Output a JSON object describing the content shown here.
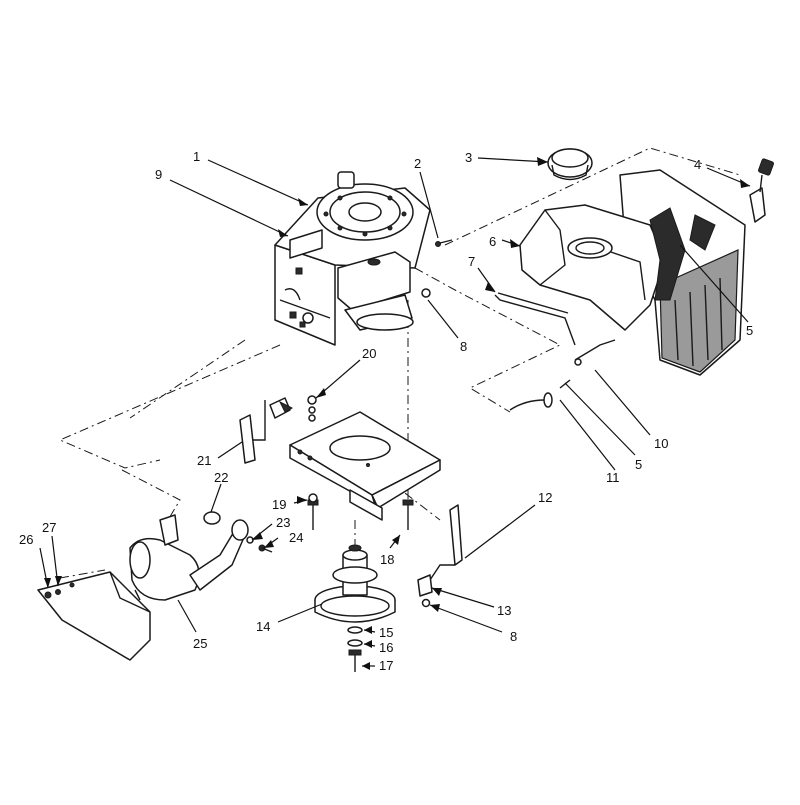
{
  "callouts": [
    {
      "id": "c1",
      "label": "1"
    },
    {
      "id": "c2",
      "label": "2"
    },
    {
      "id": "c3",
      "label": "3"
    },
    {
      "id": "c4",
      "label": "4"
    },
    {
      "id": "c5a",
      "label": "5"
    },
    {
      "id": "c5b",
      "label": "5"
    },
    {
      "id": "c6",
      "label": "6"
    },
    {
      "id": "c7",
      "label": "7"
    },
    {
      "id": "c8a",
      "label": "8"
    },
    {
      "id": "c8b",
      "label": "8"
    },
    {
      "id": "c9",
      "label": "9"
    },
    {
      "id": "c10",
      "label": "10"
    },
    {
      "id": "c11",
      "label": "11"
    },
    {
      "id": "c12",
      "label": "12"
    },
    {
      "id": "c13",
      "label": "13"
    },
    {
      "id": "c14",
      "label": "14"
    },
    {
      "id": "c15",
      "label": "15"
    },
    {
      "id": "c16",
      "label": "16"
    },
    {
      "id": "c17",
      "label": "17"
    },
    {
      "id": "c18",
      "label": "18"
    },
    {
      "id": "c19",
      "label": "19"
    },
    {
      "id": "c20",
      "label": "20"
    },
    {
      "id": "c21",
      "label": "21"
    },
    {
      "id": "c22",
      "label": "22"
    },
    {
      "id": "c23",
      "label": "23"
    },
    {
      "id": "c24",
      "label": "24"
    },
    {
      "id": "c25",
      "label": "25"
    },
    {
      "id": "c26",
      "label": "26"
    },
    {
      "id": "c27",
      "label": "27"
    }
  ]
}
